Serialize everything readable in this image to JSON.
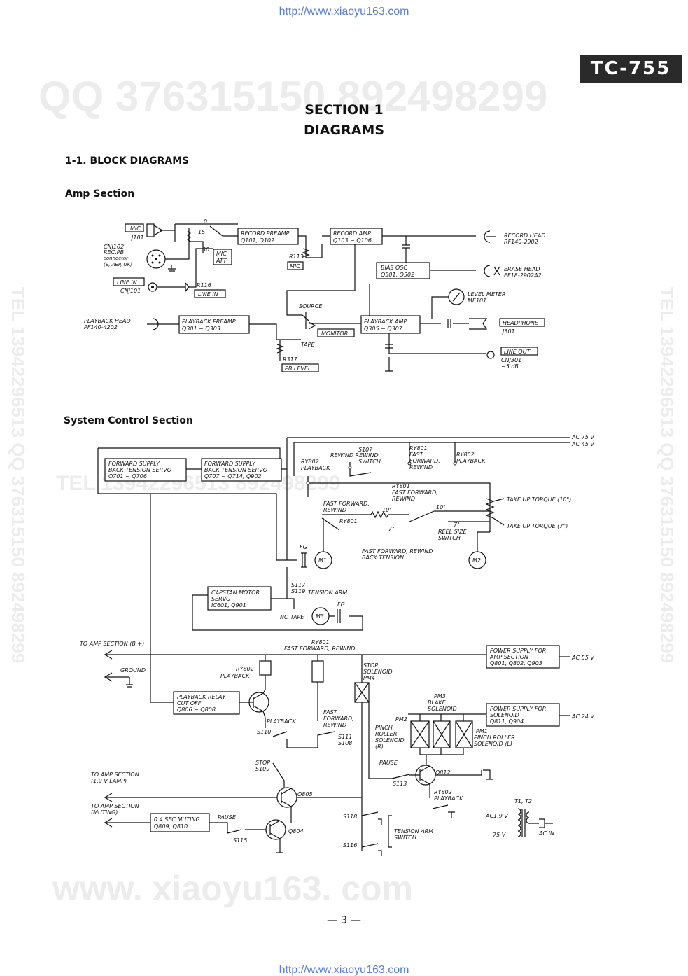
{
  "watermarks": {
    "url": "http://www.xiaoyu163.com",
    "qq": "QQ 376315150   892498299",
    "tel": "TEL 13942296513   892498299",
    "side": "TEL 13942296513   QQ 376315150   892498299",
    "bottom": "www. xiaoyu163. com"
  },
  "model_badge": "TC-755",
  "section": {
    "title": "SECTION 1",
    "subtitle": "DIAGRAMS"
  },
  "headings": {
    "block": "1-1.  BLOCK DIAGRAMS",
    "amp": "Amp Section",
    "system": "System Control Section"
  },
  "page_number": "—  3  —",
  "amp": {
    "mic": "MIC",
    "j101": "J101",
    "cnj102": [
      "CNJ102",
      "REC.PB",
      "connector",
      "(E, AEP, UK)"
    ],
    "line_in": "LINE IN",
    "cnj101": "CNJ101",
    "r116": "R116",
    "line_in2": "LINE IN",
    "sw0": "0",
    "sw15": "15",
    "sw30": "30",
    "mic_att": [
      "MIC",
      "ATT"
    ],
    "record_preamp": [
      "RECORD PREAMP",
      "Q101, Q102"
    ],
    "record_amp": [
      "RECORD AMP",
      "Q103 ~ Q106"
    ],
    "r113": "R113",
    "mic2": "MIC",
    "bias_osc": [
      "BIAS OSC",
      "Q501, Q502"
    ],
    "record_head": [
      "RECORD HEAD",
      "RF140-2902"
    ],
    "erase_head": [
      "ERASE HEAD",
      "EF18-2902A2"
    ],
    "level_meter": [
      "LEVEL METER",
      "ME101"
    ],
    "source": "SOURCE",
    "monitor": "MONITOR",
    "tape": "TAPE",
    "playback_amp": [
      "PLAYBACK AMP",
      "Q305 ~ Q307"
    ],
    "headphone": "HEADPHONE",
    "j301": "J301",
    "line_out": "LINE OUT",
    "cnj301": [
      "CNJ301",
      "−5 dB"
    ],
    "playback_head": [
      "PLAYBACK HEAD",
      "PF140-4202"
    ],
    "playback_preamp": [
      "PLAYBACK PREAMP",
      "Q301 ~ Q303"
    ],
    "r317": "R317",
    "pb_level": "PB LEVEL"
  },
  "sys": {
    "ac75": "AC 75 V",
    "ac45": "AC 45 V",
    "fwd_servo1": [
      "FORWARD SUPPLY",
      "BACK TENSION SERVO",
      "Q701 ~ Q706"
    ],
    "fwd_servo2": [
      "FORWARD SUPPLY",
      "BACK TENSION SERVO",
      "Q707 ~ Q714, Q902"
    ],
    "ry802_pb": [
      "RY802",
      "PLAYBACK"
    ],
    "s107": [
      "S107",
      "REWIND  REWIND",
      "SWITCH"
    ],
    "ry801_ff": [
      "RY801",
      "FAST",
      "FORWARD,",
      "REWIND"
    ],
    "ry802_pb2": [
      "RY802",
      "PLAYBACK"
    ],
    "ry801_ff2": [
      "RY801",
      "FAST  FORWARD,",
      "REWIND"
    ],
    "ff_rewind": [
      "FAST FORWARD,",
      "REWIND"
    ],
    "ry801": "RY801",
    "ten1": "10\"",
    "ten2": "10\"",
    "seven1": "7\"",
    "seven2": "7\"",
    "reel_size": [
      "REEL SIZE",
      "SWITCH"
    ],
    "take_up10": "TAKE UP TORQUE (10\")",
    "take_up7": "TAKE UP TORQUE (7\")",
    "ffr_bt": [
      "FAST FORWARD, REWIND",
      "BACK TENSION"
    ],
    "fg": "FG",
    "m1": "M1",
    "m2": "M2",
    "m3": "M3",
    "fg2": "FG",
    "capstan": [
      "CAPSTAN MOTOR",
      "SERVO",
      "IC601, Q901"
    ],
    "s117": "S117",
    "s119": "S119",
    "tension_arm": "TENSION ARM",
    "no_tape": "NO TAPE",
    "to_amp_b": "TO AMP SECTION (B +)",
    "ry801_ffr": [
      "RY801",
      "FAST FORWARD, REWIND"
    ],
    "ps_amp": [
      "POWER SUPPLY FOR",
      "AMP SECTION",
      "Q801, Q802, Q903"
    ],
    "ac55": "AC 55 V",
    "ground": "GROUND",
    "ry802_b": [
      "RY802",
      "PLAYBACK"
    ],
    "stop_sol": [
      "STOP",
      "SOLENOID",
      "PM4"
    ],
    "pb_relay": [
      "PLAYBACK RELAY",
      "CUT OFF",
      "Q806 ~ Q808"
    ],
    "ffr2": [
      "FAST",
      "FORWARD,",
      "REWIND"
    ],
    "pm3": [
      "PM3",
      "BLAKE",
      "SOLENOID"
    ],
    "ps_sol": [
      "POWER SUPPLY FOR",
      "SOLENOID",
      "Q811, Q904"
    ],
    "ac24": "AC 24 V",
    "pm2": "PM2",
    "pinch_r": [
      "PINCH",
      "ROLLER",
      "SOLENOID",
      "(R)"
    ],
    "pm1": "PM1",
    "pinch_l": [
      "PINCH ROLLER",
      "SOLENOID (L)"
    ],
    "playback": "PLAYBACK",
    "s110": "S110",
    "s111": [
      "S111",
      "S108"
    ],
    "stop": "STOP",
    "s109": "S109",
    "pause": "PAUSE",
    "s113": "S113",
    "q812": "Q812",
    "ry802_c": [
      "RY802",
      "PLAYBACK"
    ],
    "to_amp_lamp": [
      "TO AMP SECTION",
      "(1.9 V LAMP)"
    ],
    "q805": "Q805",
    "to_amp_mute": [
      "TO AMP SECTION",
      "(MUTING)"
    ],
    "muting": [
      "0.4 SEC MUTING",
      "Q809, Q810"
    ],
    "pause2": "PAUSE",
    "s115": "S115",
    "q804": "Q804",
    "s118": "S118",
    "s116": "S116",
    "tension_sw": [
      "TENSION ARM",
      "SWITCH"
    ],
    "t1t2": "T1, T2",
    "ac19": "AC1.9 V",
    "v75": "75 V",
    "ac_in": "AC IN"
  }
}
